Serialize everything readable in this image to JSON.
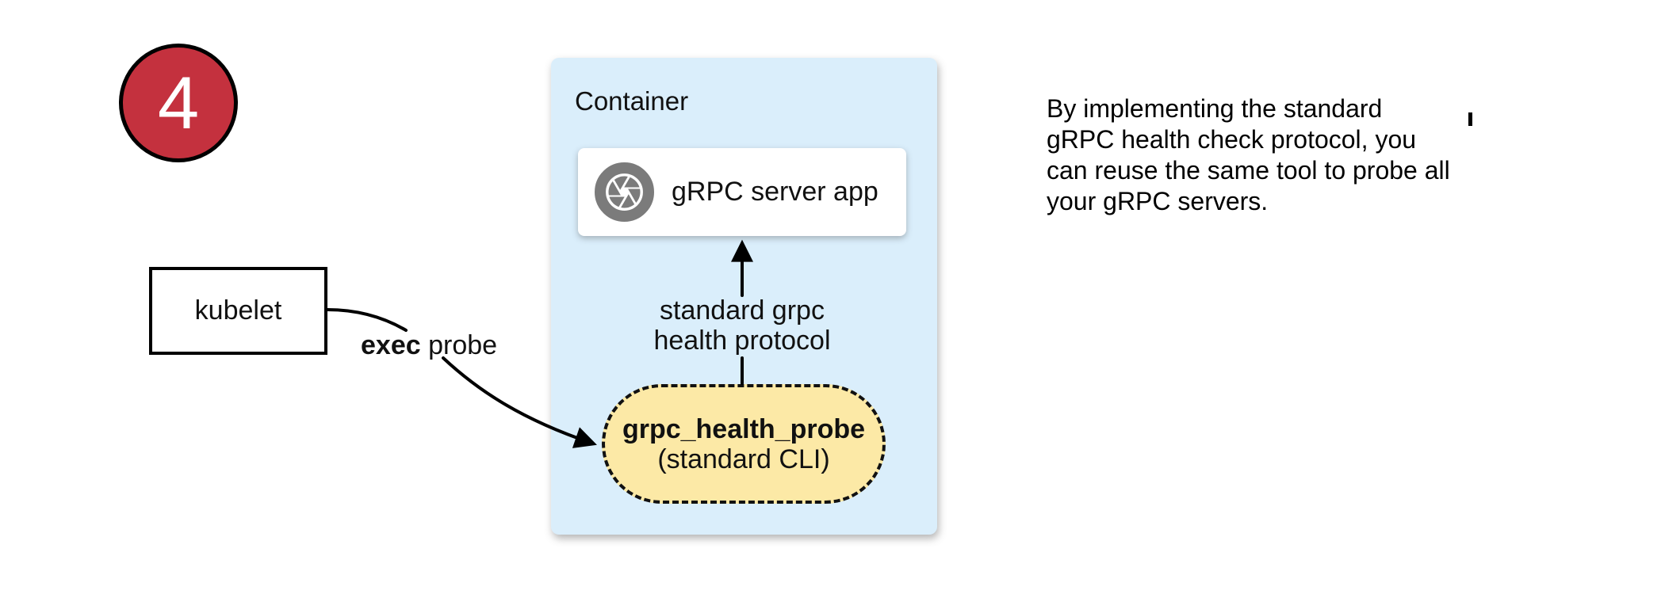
{
  "step_badge": {
    "number": "4"
  },
  "kubelet": {
    "label": "kubelet"
  },
  "exec_probe": {
    "bold": "exec",
    "rest": " probe"
  },
  "container": {
    "title": "Container",
    "server_box": {
      "label": "gRPC server app",
      "icon": "aperture-icon"
    },
    "protocol_label": {
      "line1": "standard grpc",
      "line2": "health protocol"
    },
    "probe_pill": {
      "name": "grpc_health_probe",
      "subtitle": "(standard CLI)"
    }
  },
  "note": {
    "lines": [
      "By implementing the standard",
      "gRPC health check protocol, you",
      "can reuse the same tool to probe all",
      "your gRPC servers."
    ]
  },
  "colors": {
    "badge_red": "#c4313e",
    "container_blue": "#daeefb",
    "pill_yellow": "#fce9a6",
    "icon_gray": "#7b7b7b",
    "line_black": "#000000"
  }
}
